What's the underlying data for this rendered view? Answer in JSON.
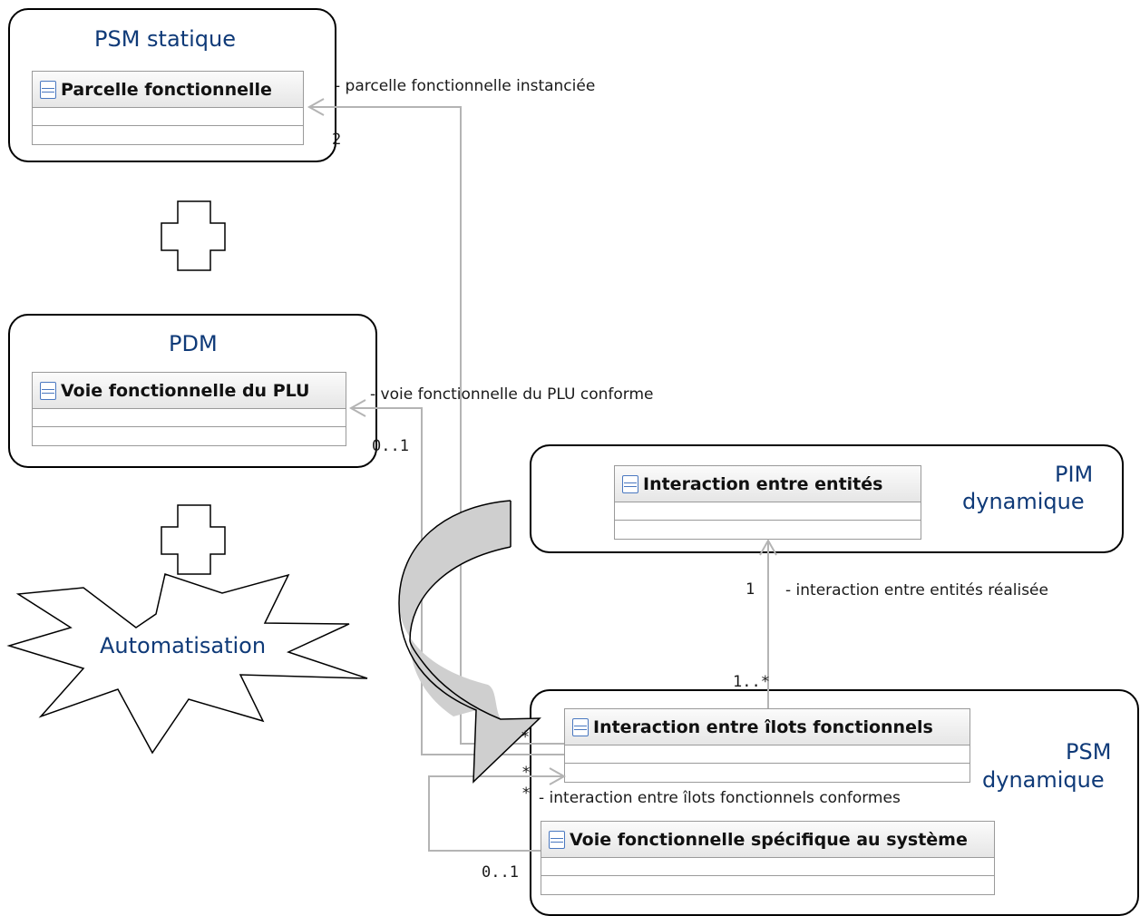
{
  "packages": {
    "psm_statique": "PSM statique",
    "pdm": "PDM",
    "pim_dynamique_line1": "PIM",
    "pim_dynamique_line2": "dynamique",
    "psm_dynamique_line1": "PSM",
    "psm_dynamique_line2": "dynamique"
  },
  "classes": {
    "parcelle": "Parcelle fonctionnelle",
    "voie_plu": "Voie fonctionnelle du PLU",
    "interaction_entites": "Interaction entre entités",
    "interaction_ilots": "Interaction entre îlots fonctionnels",
    "voie_systeme": "Voie fonctionnelle spécifique au système"
  },
  "associations": {
    "parcelle_instanciee": "- parcelle fonctionnelle instanciée",
    "voie_plu_conforme": "- voie fonctionnelle du PLU conforme",
    "interaction_realisee": "- interaction entre entités réalisée",
    "ilots_conformes": "- interaction entre îlots fonctionnels conformes"
  },
  "multiplicities": {
    "parcelle_end": "2",
    "voie_plu_end": "0..1",
    "interaction_entites_end": "1",
    "interaction_ilots_end": "1..*",
    "star_a": "*",
    "star_b": "*",
    "star_c": "*",
    "voie_systeme_end": "0..1"
  },
  "automatisation": "Automatisation",
  "colors": {
    "title_blue": "#0f3a78",
    "connector_gray": "#b4b4b4",
    "arrow_fill": "#cfcfcf"
  },
  "icons": [
    "class-icon",
    "plus-icon",
    "curved-arrow-icon",
    "starburst-icon"
  ]
}
